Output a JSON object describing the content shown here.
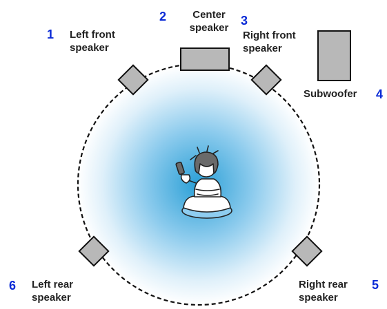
{
  "colors": {
    "number": "#0a2ad6",
    "label": "#222222",
    "speaker_fill": "#b8b8b8",
    "speaker_stroke": "#111111",
    "glow_center": "#2a9fd6",
    "glow_edge": "#ffffff",
    "circle_stroke": "#111111"
  },
  "icons": {
    "listener": "person-on-cushion-holding-remote-icon"
  },
  "speakers": {
    "left_front": {
      "number": "1",
      "line1": "Left front",
      "line2": "speaker"
    },
    "center": {
      "number": "2",
      "line1": "Center",
      "line2": "speaker"
    },
    "right_front": {
      "number": "3",
      "line1": "Right front",
      "line2": "speaker"
    },
    "subwoofer": {
      "number": "4",
      "line1": "Subwoofer"
    },
    "right_rear": {
      "number": "5",
      "line1": "Right rear",
      "line2": "speaker"
    },
    "left_rear": {
      "number": "6",
      "line1": "Left rear",
      "line2": "speaker"
    }
  }
}
